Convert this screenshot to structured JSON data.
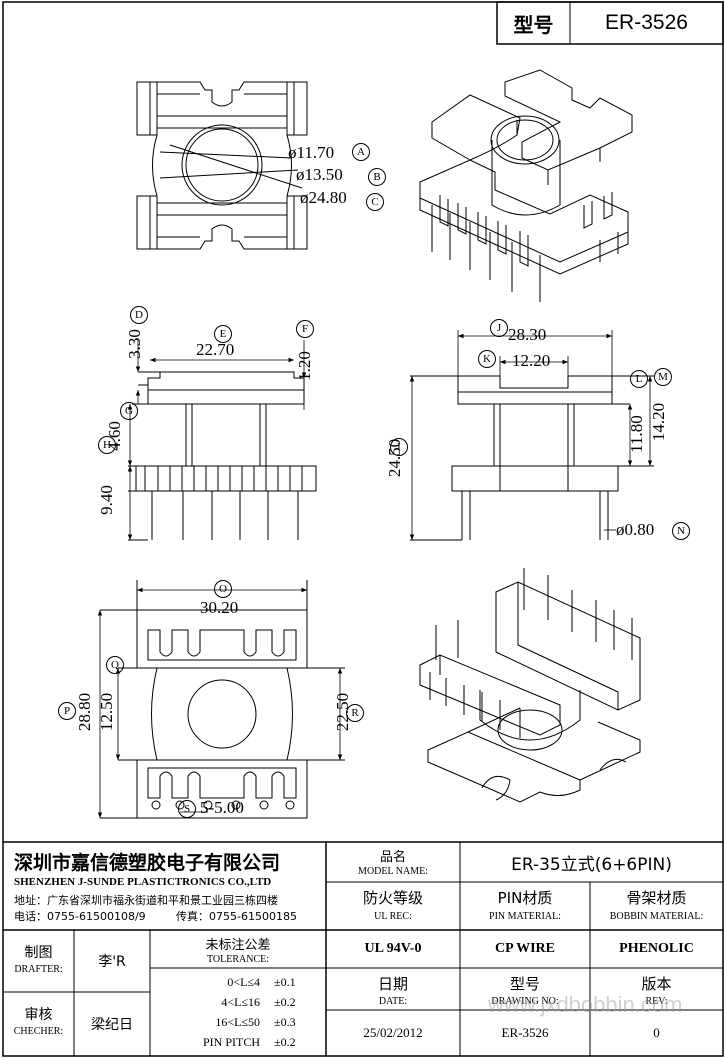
{
  "header": {
    "type_label": "型号",
    "type_value": "ER-3526"
  },
  "dimensions": {
    "a": "ø11.70",
    "b": "ø13.50",
    "c": "ø24.80",
    "d": "3.30",
    "e": "22.70",
    "f": "1.20",
    "g": "4.60",
    "h": "9.40",
    "i": "24.50",
    "j": "28.30",
    "k": "12.20",
    "l": "11.80",
    "m": "14.20",
    "n": "ø0.80",
    "o": "30.20",
    "p": "28.80",
    "q": "12.50",
    "r": "22.50",
    "s": "5-5.00"
  },
  "markers": [
    "A",
    "B",
    "C",
    "D",
    "E",
    "F",
    "G",
    "H",
    "I",
    "J",
    "K",
    "L",
    "M",
    "N",
    "O",
    "P",
    "Q",
    "R",
    "S"
  ],
  "company": {
    "name_cn": "深圳市嘉信德塑胶电子有限公司",
    "name_en": "SHENZHEN J-SUNDE PLASTICTRONICS CO.,LTD",
    "address": "地址：广东省深圳市福永街道和平和景工业园三栋四楼",
    "phone": "电话：0755-61500108/9",
    "fax": "传真：0755-61500185"
  },
  "title_block": {
    "model_name_cn": "品名",
    "model_name_en": "MODEL NAME:",
    "model_name_value": "ER-35立式(6+6PIN)",
    "ul_cn": "防火等级",
    "ul_en": "UL REC:",
    "ul_value": "UL 94V-0",
    "pin_cn": "PIN材质",
    "pin_en": "PIN MATERIAL:",
    "pin_value": "CP WIRE",
    "bobbin_cn": "骨架材质",
    "bobbin_en": "BOBBIN MATERIAL:",
    "bobbin_value": "PHENOLIC",
    "drafter_cn": "制图",
    "drafter_en": "DRAFTER:",
    "drafter_value": "李'R",
    "checker_cn": "审核",
    "checker_en": "CHECHER:",
    "checker_value": "梁纪日",
    "tolerance_cn": "未标注公差",
    "tolerance_en": "TOLERANCE:",
    "tolerances": [
      {
        "range": "0<L≤4",
        "value": "±0.1"
      },
      {
        "range": "4<L≤16",
        "value": "±0.2"
      },
      {
        "range": "16<L≤50",
        "value": "±0.3"
      },
      {
        "range": "PIN PITCH",
        "value": "±0.2"
      }
    ],
    "date_cn": "日期",
    "date_en": "DATE:",
    "date_value": "25/02/2012",
    "drawing_cn": "型号",
    "drawing_en": "DRAWING NO:",
    "drawing_value": "ER-3526",
    "rev_cn": "版本",
    "rev_en": "REV:",
    "rev_value": "0"
  },
  "watermark": "www.jxdbobbin.com"
}
